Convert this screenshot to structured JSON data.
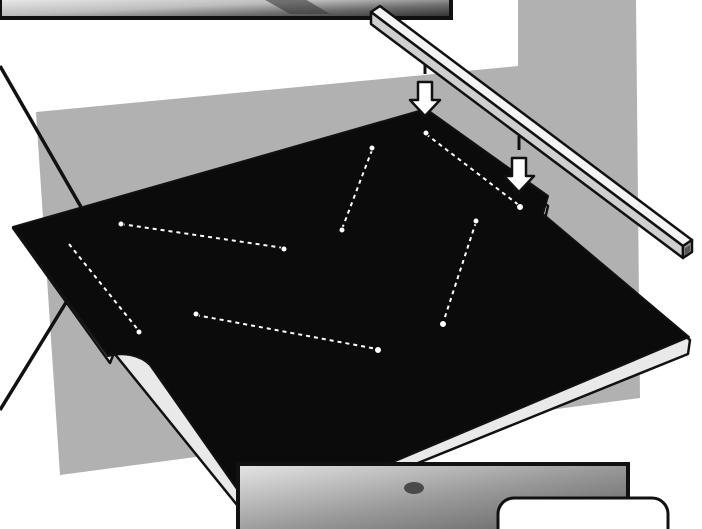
{
  "figure": {
    "kind": "assembly-illustration",
    "steps": [
      {
        "part": "black-base-plate",
        "action": "place"
      },
      {
        "part": "square-rail-with-pins",
        "action": "insert-pins-into-plate-holes"
      }
    ]
  },
  "colors": {
    "plate": "#0b0b0b",
    "plate_edge": "#e9e9e9",
    "backdrop_gray": "#b1b1b1",
    "rail_face": "#f4f4f4",
    "rail_shade": "#cfcfcf",
    "arrow_fill": "#ffffff",
    "hole_fill": "#ffffff",
    "dash_line": "#ffffff",
    "outline": "#111111"
  },
  "icons": {
    "arrow": "down-arrow-icon",
    "hole": "mounting-hole-icon",
    "pin": "rail-pin-icon"
  }
}
